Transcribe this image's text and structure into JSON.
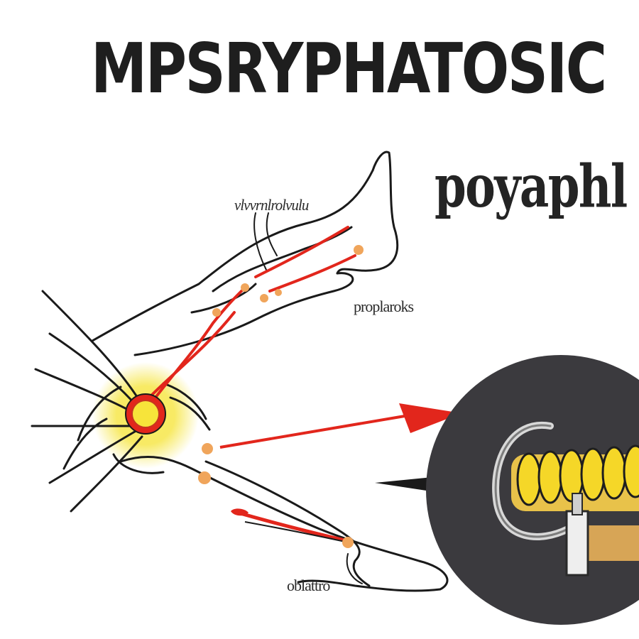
{
  "title": "MPSRYPHATOSIC",
  "subtitle": "poyaphl",
  "labels": {
    "top": "vlvvrnlrolvulu",
    "middle": "proplaroks",
    "bottom": "oblattro"
  },
  "colors": {
    "nerve_red": "#e2261c",
    "glow_yellow": "#f5e332",
    "joint_orange": "#f0a55b",
    "inset_gray": "#3b3a3e",
    "line_black": "#1a1a1a"
  }
}
